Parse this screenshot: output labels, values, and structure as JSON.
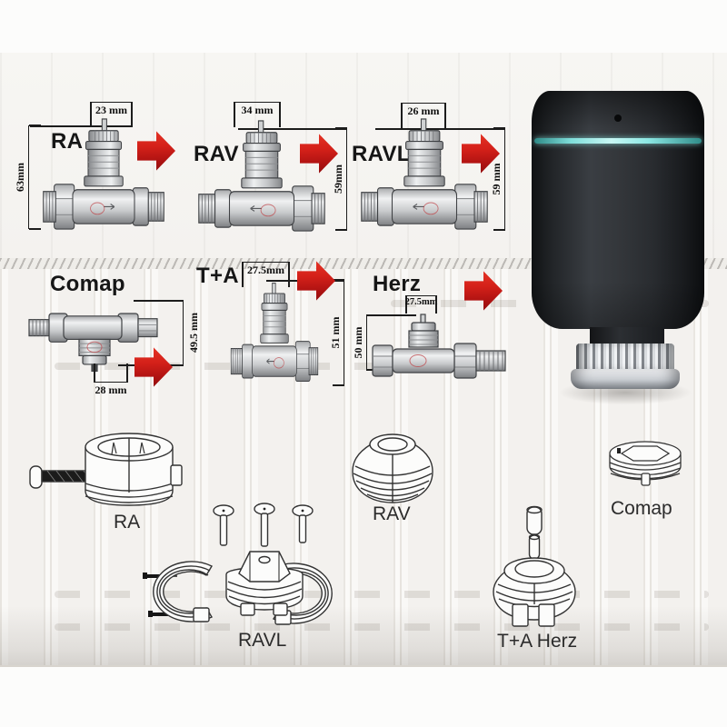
{
  "scene": {
    "arrow_color": "#d42019",
    "led_ring_color": "#8ce8e4",
    "device_body_color": "#2c2f33"
  },
  "figures": {
    "top_row": [
      {
        "id": "ra",
        "label": "RA",
        "width_dim": "23 mm",
        "height_dim": "63mm"
      },
      {
        "id": "rav",
        "label": "RAV",
        "width_dim": "34 mm",
        "height_dim": "59mm"
      },
      {
        "id": "ravl",
        "label": "RAVL",
        "width_dim": "26 mm",
        "height_dim": "59 mm"
      }
    ],
    "middle_row": [
      {
        "id": "comap",
        "label": "Comap",
        "width_dim": "28 mm",
        "height_dim": "49.5 mm"
      },
      {
        "id": "t_a",
        "label": "T+A",
        "width_dim": "27.5mm",
        "height_dim": "51 mm"
      },
      {
        "id": "herz",
        "label": "Herz",
        "width_dim": "27.5mm",
        "height_dim": "50 mm"
      }
    ]
  },
  "adapters": [
    {
      "id": "ra",
      "label": "RA"
    },
    {
      "id": "ravl",
      "label": "RAVL"
    },
    {
      "id": "rav",
      "label": "RAV"
    },
    {
      "id": "t_a_herz",
      "label": "T+A Herz"
    },
    {
      "id": "comap",
      "label": "Comap"
    }
  ]
}
